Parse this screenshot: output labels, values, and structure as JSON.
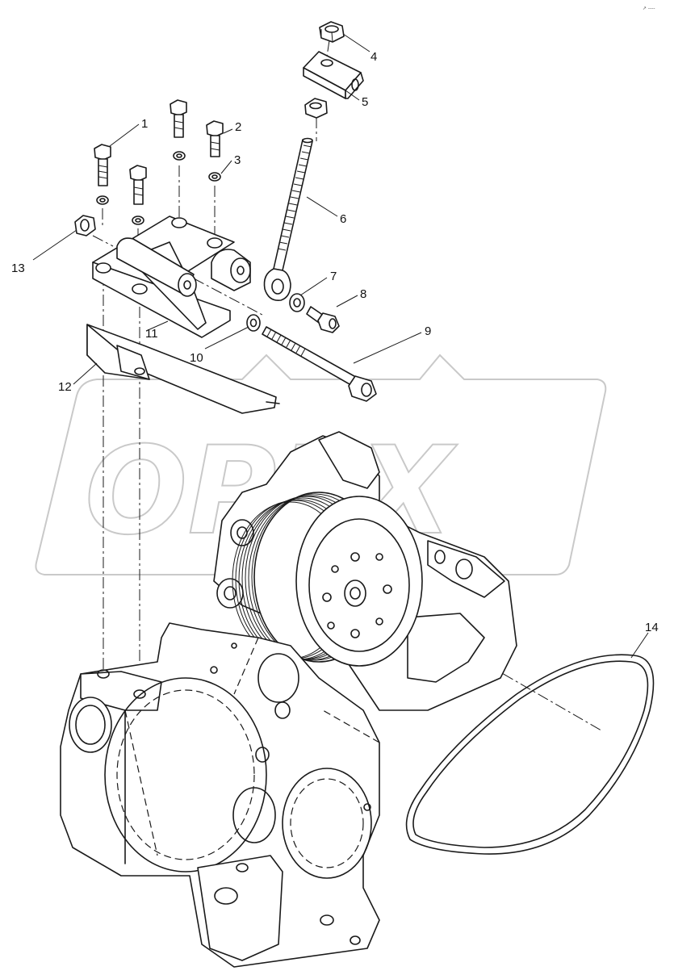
{
  "watermark": {
    "text": "OPEX"
  },
  "corner_mark": "↗ ----",
  "callouts": [
    {
      "id": "c1",
      "label": "1"
    },
    {
      "id": "c2",
      "label": "2"
    },
    {
      "id": "c3",
      "label": "3"
    },
    {
      "id": "c4",
      "label": "4"
    },
    {
      "id": "c5",
      "label": "5"
    },
    {
      "id": "c6",
      "label": "6"
    },
    {
      "id": "c7",
      "label": "7"
    },
    {
      "id": "c8",
      "label": "8"
    },
    {
      "id": "c9",
      "label": "9"
    },
    {
      "id": "c10",
      "label": "10"
    },
    {
      "id": "c11",
      "label": "11"
    },
    {
      "id": "c12",
      "label": "12"
    },
    {
      "id": "c13",
      "label": "13"
    },
    {
      "id": "c14",
      "label": "14"
    }
  ]
}
